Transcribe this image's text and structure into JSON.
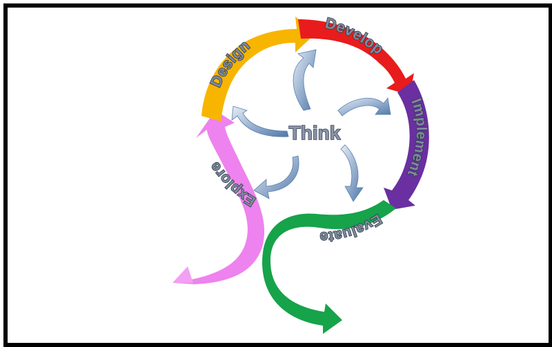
{
  "diagram": {
    "center_label": "Think",
    "stages": [
      {
        "id": "design",
        "label": "Design",
        "color": "#f7b500"
      },
      {
        "id": "develop",
        "label": "Develop",
        "color": "#e81c1c"
      },
      {
        "id": "implement",
        "label": "Implement",
        "color": "#6a2fa0"
      },
      {
        "id": "evaluate",
        "label": "Evaluate",
        "color": "#16a34a"
      },
      {
        "id": "explore",
        "label": "Explore",
        "color": "#ee82ee"
      }
    ],
    "spoke_arrow_color": "#7b9cc0"
  }
}
